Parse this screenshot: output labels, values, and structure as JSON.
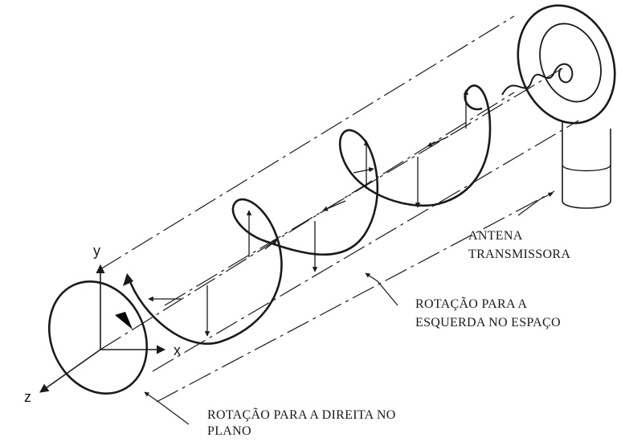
{
  "labels": {
    "antenna_line1": "ANTENA",
    "antenna_line2": "TRANSMISSORA",
    "left_line1": "ROTAÇÃO PARA A",
    "left_line2": "ESQUERDA NO ESPAÇO",
    "right_line1": "ROTAÇÃO PARA A DIREITA NO",
    "right_line2": "PLANO"
  },
  "axes": {
    "x": "x",
    "y": "y",
    "z": "z"
  },
  "colors": {
    "ink": "#1a1a1a",
    "background": "#ffffff"
  },
  "icons": [
    "helix-curve",
    "circle-curve",
    "dish-antenna",
    "arrow-icon"
  ]
}
